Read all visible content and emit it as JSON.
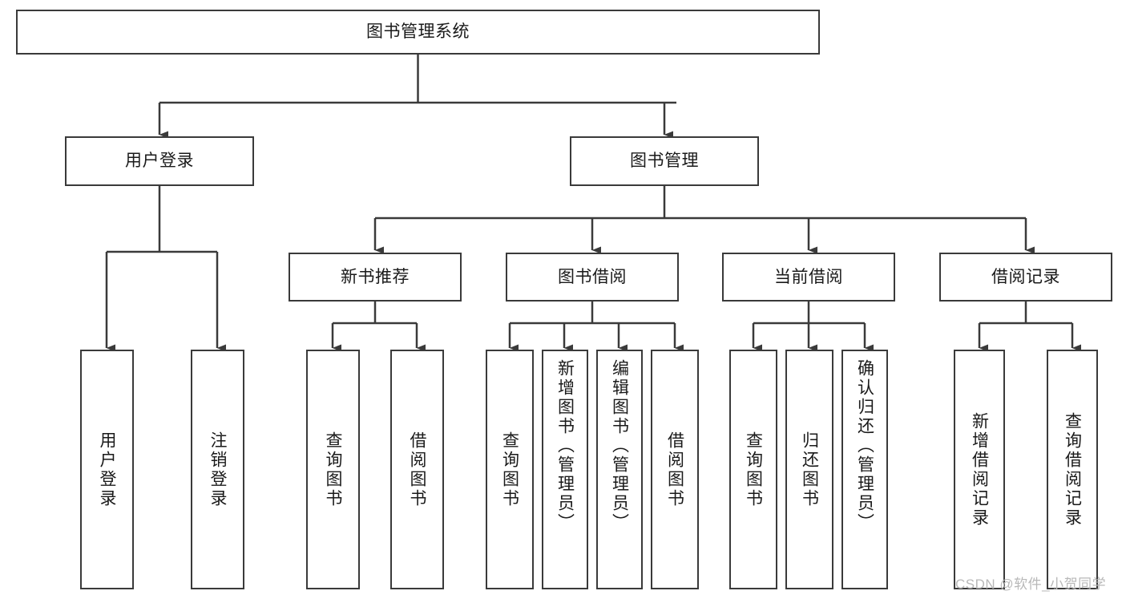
{
  "diagram": {
    "type": "tree-hierarchy-chart",
    "title_node": {
      "id": "root",
      "label": "图书管理系统"
    },
    "level2": [
      {
        "id": "user-login",
        "label": "用户登录"
      },
      {
        "id": "book-management",
        "label": "图书管理"
      }
    ],
    "level3": [
      {
        "id": "new-book-recommend",
        "label": "新书推荐",
        "parent": "book-management"
      },
      {
        "id": "book-borrow",
        "label": "图书借阅",
        "parent": "book-management"
      },
      {
        "id": "current-borrow",
        "label": "当前借阅",
        "parent": "book-management"
      },
      {
        "id": "borrow-record",
        "label": "借阅记录",
        "parent": "book-management"
      }
    ],
    "leaves": [
      {
        "id": "leaf-user-login",
        "label": "用户登录",
        "parent": "user-login"
      },
      {
        "id": "leaf-logout-login",
        "label": "注销登录",
        "parent": "user-login"
      },
      {
        "id": "leaf-query-book-1",
        "label": "查询图书",
        "parent": "new-book-recommend"
      },
      {
        "id": "leaf-borrow-book-1",
        "label": "借阅图书",
        "parent": "new-book-recommend"
      },
      {
        "id": "leaf-query-book-2",
        "label": "查询图书",
        "parent": "book-borrow"
      },
      {
        "id": "leaf-add-book",
        "label": "新增图书（管理员）",
        "parent": "book-borrow"
      },
      {
        "id": "leaf-edit-book",
        "label": "编辑图书（管理员）",
        "parent": "book-borrow"
      },
      {
        "id": "leaf-borrow-book-2",
        "label": "借阅图书",
        "parent": "book-borrow"
      },
      {
        "id": "leaf-query-book-3",
        "label": "查询图书",
        "parent": "current-borrow"
      },
      {
        "id": "leaf-return-book",
        "label": "归还图书",
        "parent": "current-borrow"
      },
      {
        "id": "leaf-confirm-return",
        "label": "确认归还（管理员）",
        "parent": "current-borrow"
      },
      {
        "id": "leaf-add-record",
        "label": "新增借阅记录",
        "parent": "borrow-record"
      },
      {
        "id": "leaf-query-record",
        "label": "查询借阅记录",
        "parent": "borrow-record"
      }
    ],
    "colors": {
      "stroke": "#3a3a3a",
      "fill": "#ffffff",
      "text": "#1a1a1a",
      "watermark": "#b8b8b8"
    }
  },
  "watermark": {
    "text": "CSDN @软件_小贺同学"
  }
}
